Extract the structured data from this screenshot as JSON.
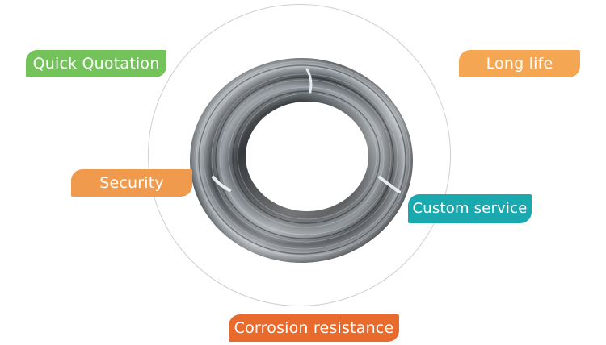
{
  "labels": {
    "quick_quotation": "Quick Quotation",
    "long_life": "Long life",
    "security": "Security",
    "custom_service": "Custom service",
    "corrosion_resistance": "Corrosion resistance"
  },
  "colors": {
    "quick_quotation": "#74c25a",
    "long_life": "#f5a653",
    "security": "#f09a4e",
    "custom_service": "#1aa9ae",
    "corrosion_resistance": "#e86a2c"
  },
  "image": {
    "subject": "wire-coil-photo"
  }
}
